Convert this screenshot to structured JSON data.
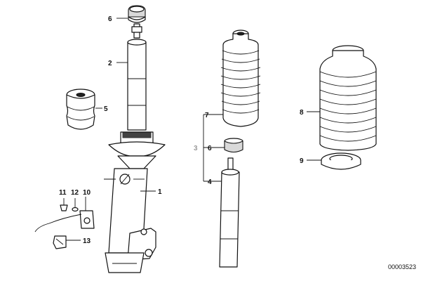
{
  "diagram": {
    "callouts": {
      "c1": "1",
      "c2": "2",
      "c3": "3",
      "c4": "4",
      "c5": "5",
      "c6a": "6",
      "c6b": "6",
      "c7": "7",
      "c8": "8",
      "c9": "9",
      "c10": "10",
      "c11": "11",
      "c12": "12",
      "c13": "13"
    },
    "image_code": "00003523"
  }
}
